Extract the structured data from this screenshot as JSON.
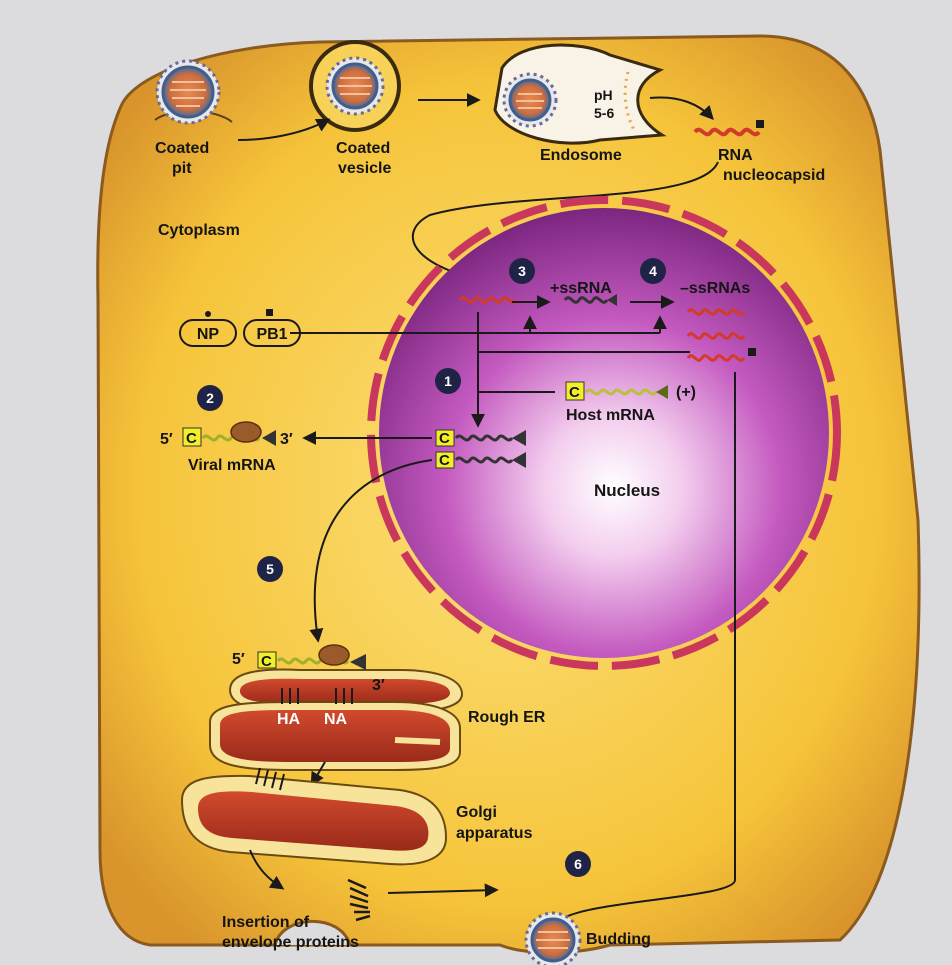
{
  "labels": {
    "coated_pit": [
      "Coated",
      "pit"
    ],
    "coated_vesicle": [
      "Coated",
      "vesicle"
    ],
    "endosome": "Endosome",
    "ph": [
      "pH",
      "5-6"
    ],
    "rna_nucleocapsid": [
      "RNA",
      "nucleocapsid"
    ],
    "cytoplasm": "Cytoplasm",
    "np": "NP",
    "pb1": "PB1",
    "plus_ssrna": "+ssRNA",
    "minus_ssrnas": "–ssRNAs",
    "host_mrna": "Host mRNA",
    "host_mrna_sign": "(+)",
    "cap": "C",
    "viral_mrna": "Viral mRNA",
    "five_prime": "5′",
    "three_prime": "3′",
    "nucleus": "Nucleus",
    "ha": "HA",
    "na": "NA",
    "rough_er": "Rough ER",
    "golgi": [
      "Golgi",
      "apparatus"
    ],
    "insertion": [
      "Insertion of",
      "envelope proteins"
    ],
    "budding": "Budding"
  },
  "steps": [
    "1",
    "2",
    "3",
    "4",
    "5",
    "6"
  ],
  "colors": {
    "cell_fill": "#f4c236",
    "cell_outline": "#8a5a1e",
    "nucleus": "#a636a4",
    "nucleus_pores": "#c9385c",
    "er": "#b8331f",
    "cap_box": "#f2ef2a",
    "step_circle": "#1f2446",
    "background": "#dcdcde"
  }
}
